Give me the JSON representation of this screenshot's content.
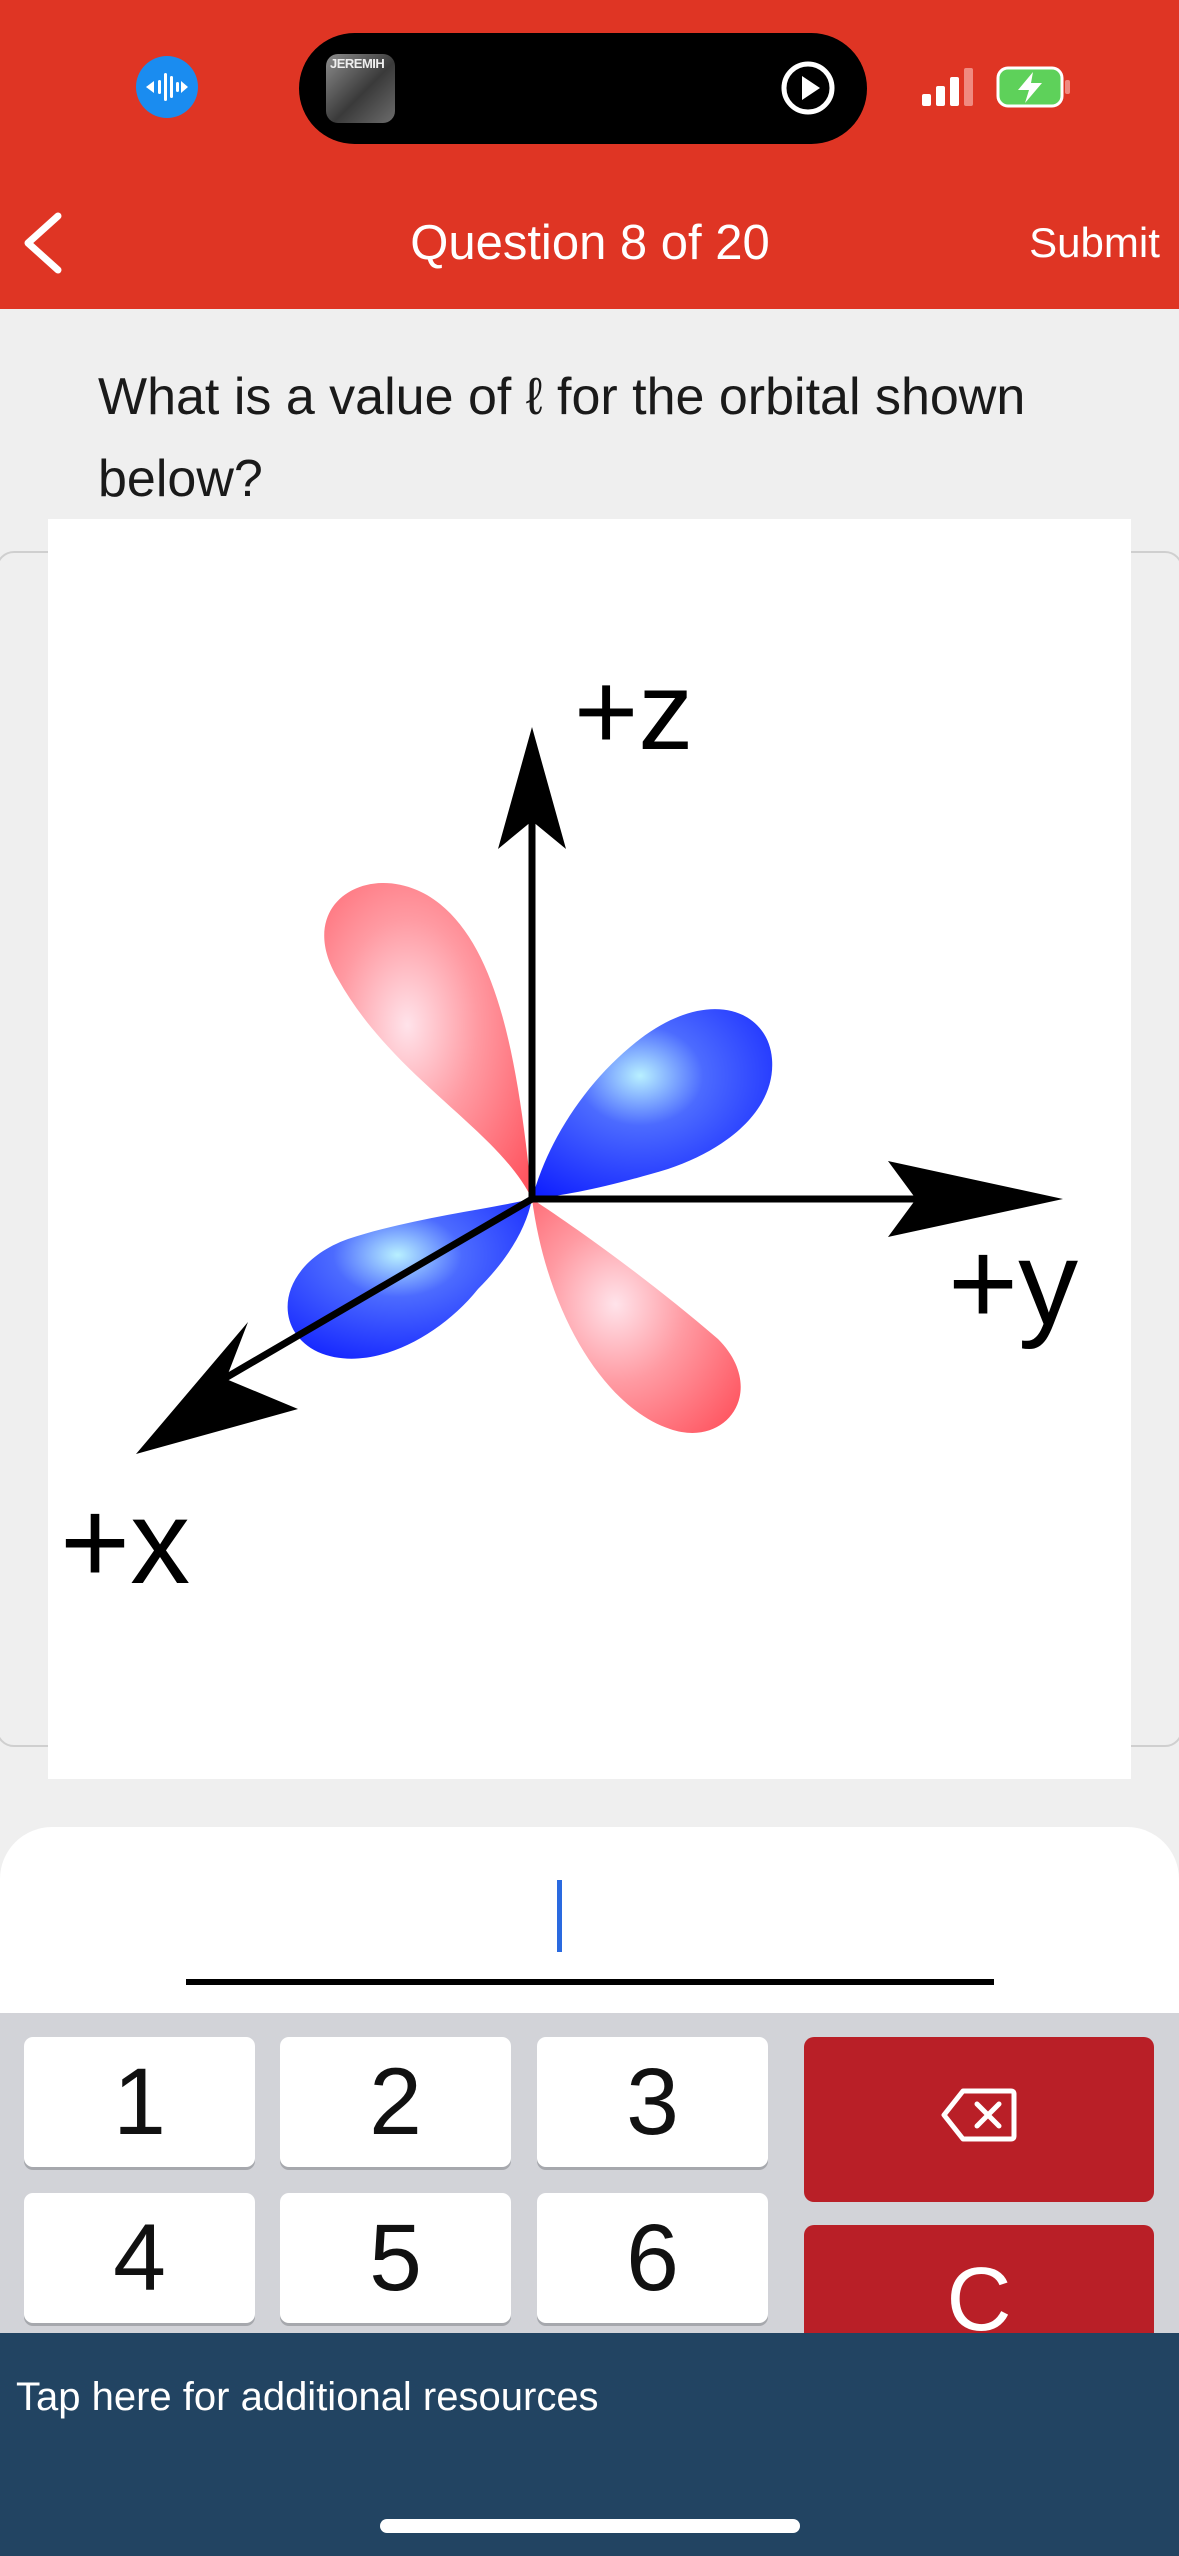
{
  "status_bar": {
    "now_playing_art_text": "JEREMIH"
  },
  "header": {
    "title": "Question 8 of 20",
    "submit_label": "Submit"
  },
  "question": {
    "text": "What is a value of ℓ for the orbital shown below?"
  },
  "figure": {
    "axis_z_label": "+z",
    "axis_y_label": "+y",
    "axis_x_label": "+x",
    "lobe_colors": {
      "positive": "#ff6b73",
      "negative": "#1024ff"
    }
  },
  "answer": {
    "value": ""
  },
  "keypad": {
    "keys": [
      "1",
      "2",
      "3",
      "4",
      "5",
      "6"
    ],
    "clear_label": "C"
  },
  "footer": {
    "link_text": "Tap here for additional resources"
  },
  "colors": {
    "header_bg": "#df3524",
    "key_accent": "#b91f27",
    "footer_bg": "#224462"
  }
}
